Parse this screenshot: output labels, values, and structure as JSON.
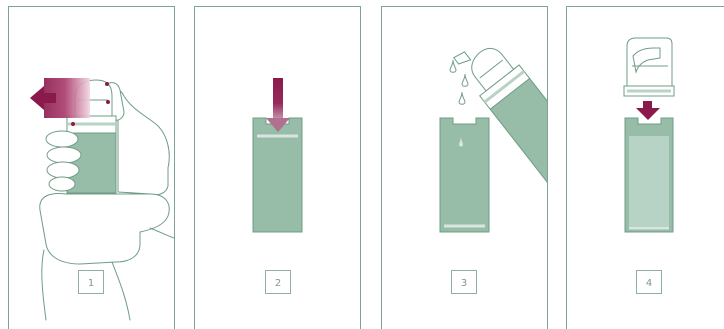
{
  "steps": [
    {
      "number": "1",
      "action": "twist-and-pull-pump-off"
    },
    {
      "number": "2",
      "action": "push-refill-inward"
    },
    {
      "number": "3",
      "action": "transfer-remaining-product"
    },
    {
      "number": "4",
      "action": "press-pump-onto-refill"
    }
  ],
  "icons": {
    "panel1": [
      "hand-icon",
      "bottle-icon",
      "arrow-left-icon"
    ],
    "panel2": [
      "bottle-icon",
      "arrow-down-icon"
    ],
    "panel3": [
      "bottle-icon",
      "tilted-bottle-icon",
      "droplet-icon"
    ],
    "panel4": [
      "pump-head-icon",
      "arrow-down-icon",
      "bottle-icon"
    ]
  },
  "colors": {
    "bottle_fill": "#97bca8",
    "bottle_fill_light": "#b7d3c6",
    "bottle_stroke": "#6f9c86",
    "panel_border": "#7fa392",
    "accent_arrow": "#8b1a4c",
    "accent_arrow_light": "#e8b8c9",
    "label_text": "#7c9a8d"
  }
}
